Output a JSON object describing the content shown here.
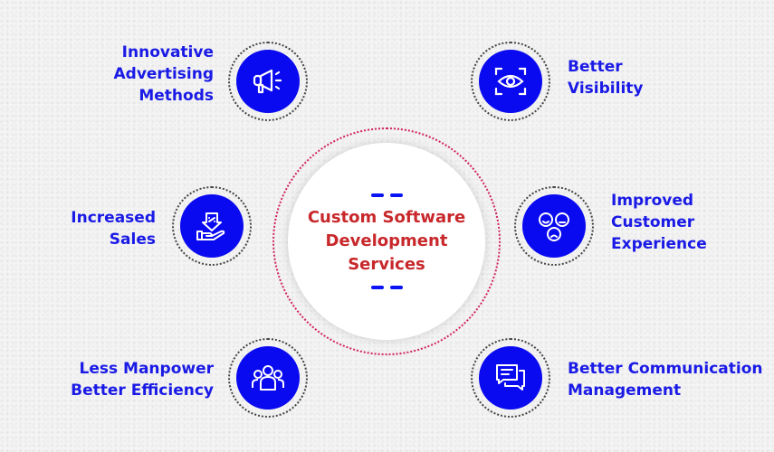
{
  "center": {
    "title_lines": [
      "Custom Software",
      "Development",
      "Services"
    ]
  },
  "items": [
    {
      "lines": [
        "Innovative",
        "Advertising",
        "Methods"
      ],
      "icon": "megaphone-icon"
    },
    {
      "lines": [
        "Better",
        "Visibility"
      ],
      "icon": "eye-icon"
    },
    {
      "lines": [
        "Increased",
        "Sales"
      ],
      "icon": "hand-sales-icon"
    },
    {
      "lines": [
        "Improved",
        "Customer",
        "Experience"
      ],
      "icon": "emoji-faces-icon"
    },
    {
      "lines": [
        "Less Manpower",
        "Better Efficiency"
      ],
      "icon": "team-icon"
    },
    {
      "lines": [
        "Better Communication",
        "Management"
      ],
      "icon": "chat-icon"
    }
  ],
  "colors": {
    "accent": "#0a0af0",
    "title": "#c8282b",
    "ring": "#d1245a"
  }
}
